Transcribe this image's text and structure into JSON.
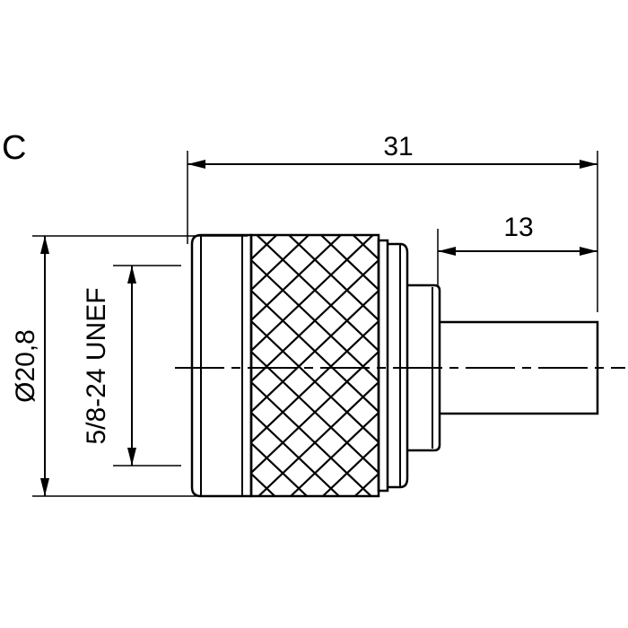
{
  "figure": {
    "view_label": "C"
  },
  "dimensions": {
    "overall_length": "31",
    "pin_length": "13",
    "outer_diameter": "Ø20,8",
    "thread_spec": "5/8-24 UNEF"
  },
  "colors": {
    "ink": "#000000",
    "background": "#ffffff"
  }
}
